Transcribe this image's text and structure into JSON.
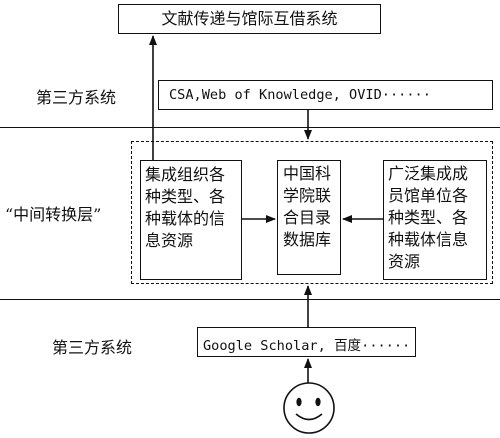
{
  "top_system": "文献传递与馆际互借系统",
  "third_party_label_top": "第三方系统",
  "third_party_top_services": "CSA,Web of Knowledge, OVID······",
  "middle_layer_label": "“中间转换层”",
  "left_box_text": "集成组织各\n种类型、各\n种载体的信\n息资源",
  "center_box_text": "中国科\n学院联\n合目录\n数据库",
  "right_box_text": "广泛集成成\n员馆单位各\n种类型、各\n种载体信息\n资源",
  "third_party_label_bottom": "第三方系统",
  "third_party_bottom_services": "Google Scholar, 百度······",
  "user_icon": "smiley-face-icon"
}
